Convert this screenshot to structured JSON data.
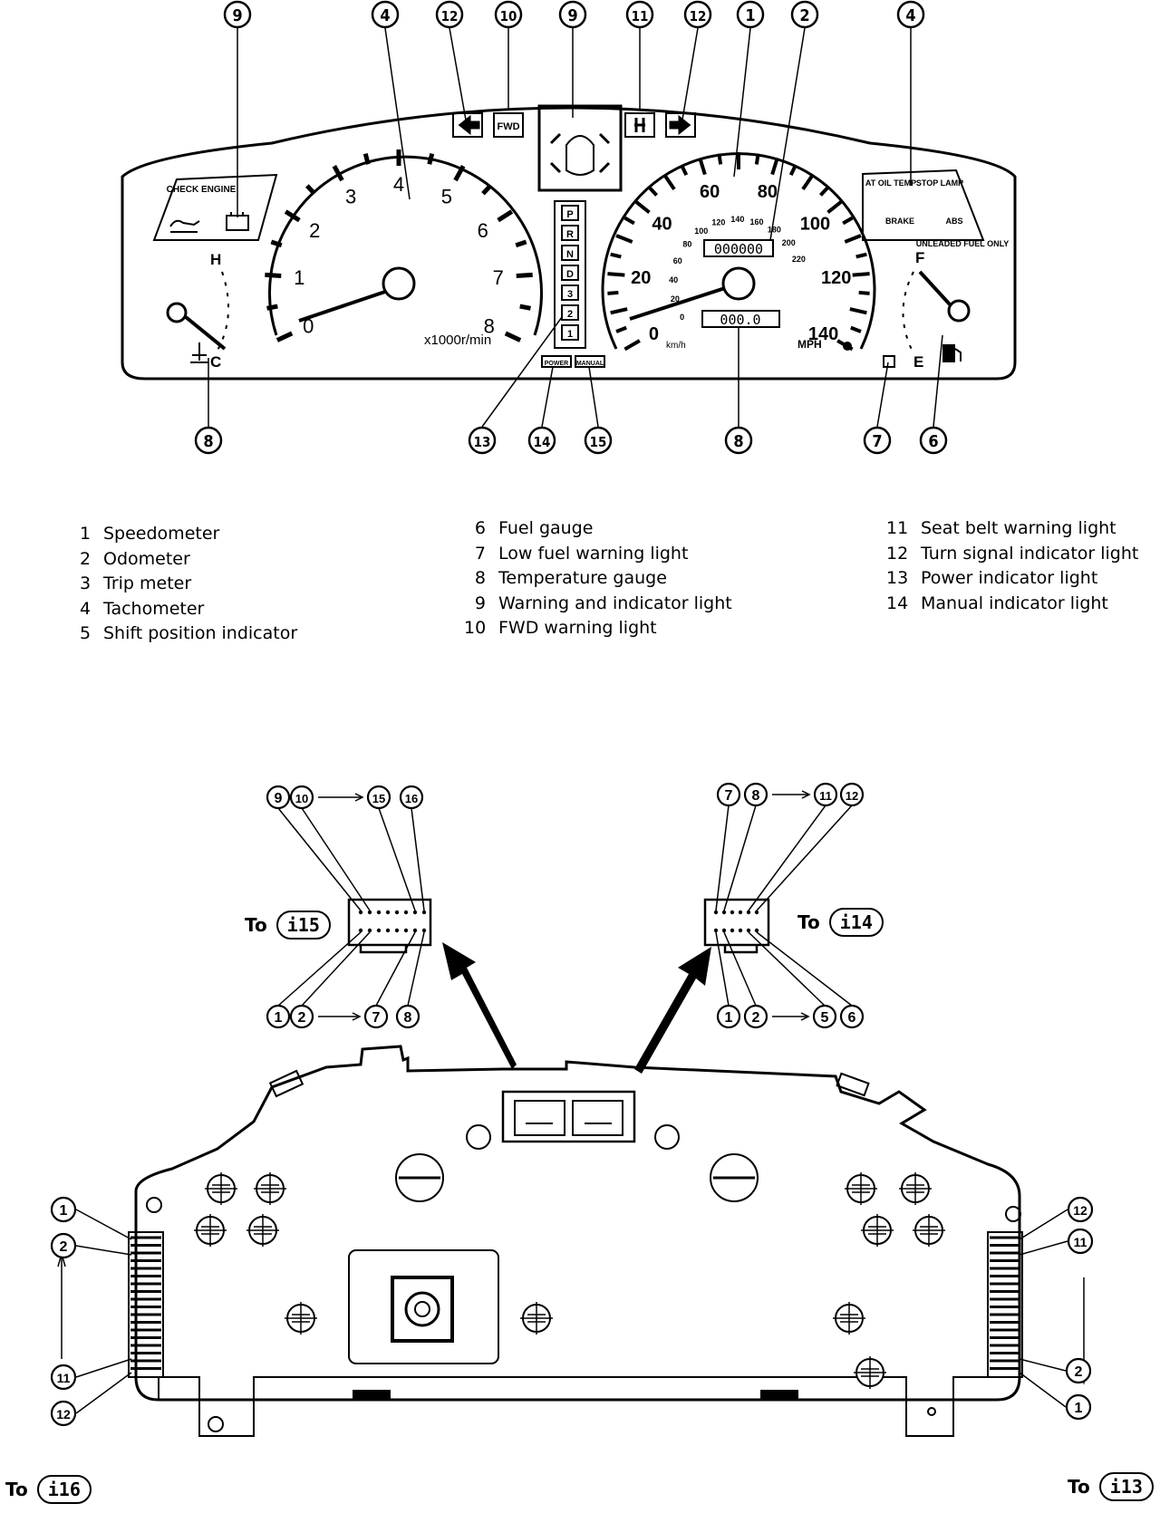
{
  "legend": {
    "col1": [
      {
        "num": "1",
        "label": "Speedometer"
      },
      {
        "num": "2",
        "label": "Odometer"
      },
      {
        "num": "3",
        "label": "Trip meter"
      },
      {
        "num": "4",
        "label": "Tachometer"
      },
      {
        "num": "5",
        "label": "Shift position indicator"
      }
    ],
    "col2": [
      {
        "num": "6",
        "label": "Fuel gauge"
      },
      {
        "num": "7",
        "label": "Low fuel warning light"
      },
      {
        "num": "8",
        "label": "Temperature gauge"
      },
      {
        "num": "9",
        "label": "Warning and indicator light"
      },
      {
        "num": "10",
        "label": "FWD warning light"
      }
    ],
    "col3": [
      {
        "num": "11",
        "label": "Seat belt warning light"
      },
      {
        "num": "12",
        "label": "Turn signal indicator light"
      },
      {
        "num": "13",
        "label": "Power indicator light"
      },
      {
        "num": "14",
        "label": "Manual indicator light"
      }
    ]
  },
  "panel": {
    "check_engine": "CHECK ENGINE",
    "fwd": "FWD",
    "tach_unit": "x1000r/min",
    "tach_numbers": [
      "0",
      "1",
      "2",
      "3",
      "4",
      "5",
      "6",
      "7",
      "8"
    ],
    "speed_kmh": [
      "0",
      "20",
      "40",
      "60",
      "80",
      "100",
      "120",
      "140",
      "160",
      "180",
      "200",
      "220"
    ],
    "speed_mph": [
      "0",
      "20",
      "40",
      "60",
      "80",
      "100",
      "120",
      "140"
    ],
    "kmh": "km/h",
    "mph": "MPH",
    "odometer": "000000",
    "trip": "000.0",
    "at_oil_temp": "AT OIL TEMP",
    "stop_lamp": "STOP LAMP",
    "brake": "BRAKE",
    "abs": "ABS",
    "unleaded": "UNLEADED FUEL ONLY",
    "temp_h": "H",
    "temp_c": "C",
    "fuel_f": "F",
    "fuel_e": "E",
    "shift_positions": [
      "P",
      "R",
      "N",
      "D",
      "3",
      "2",
      "1"
    ],
    "power": "POWER",
    "manual": "MANUAL"
  },
  "callouts": {
    "top": [
      "9",
      "4",
      "12",
      "10",
      "9",
      "11",
      "12",
      "1",
      "2",
      "4"
    ],
    "bottom": [
      "8",
      "13",
      "14",
      "15",
      "8",
      "7",
      "6"
    ]
  },
  "connectors": {
    "left_top_pins": [
      "9",
      "10",
      "15",
      "16"
    ],
    "left_bottom_pins": [
      "1",
      "2",
      "7",
      "8"
    ],
    "left_to": "i15",
    "right_top_pins": [
      "7",
      "8",
      "11",
      "12"
    ],
    "right_bottom_pins": [
      "1",
      "2",
      "5",
      "6"
    ],
    "right_to": "i14",
    "side_left": [
      "1",
      "2",
      "11",
      "12"
    ],
    "side_right": [
      "12",
      "11",
      "2",
      "1"
    ]
  },
  "to_labels": {
    "word": "To",
    "bottom_left": "i16",
    "bottom_right": "i13"
  }
}
